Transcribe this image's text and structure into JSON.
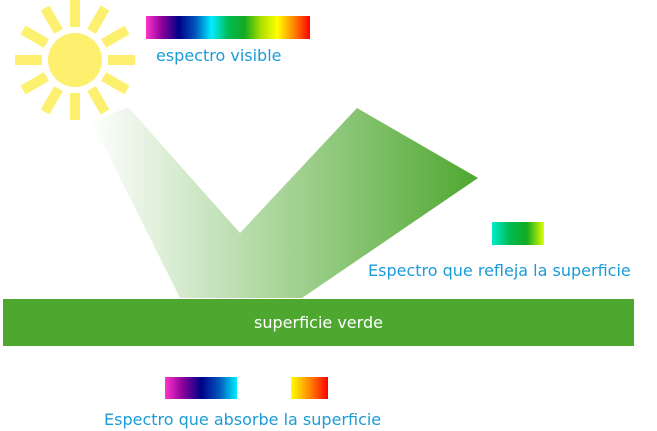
{
  "labels": {
    "visible": "espectro visible",
    "reflected": "Espectro que refleja la superficie",
    "absorbed": "Espectro que absorbe la superficie",
    "surface": "superficie verde"
  },
  "colors": {
    "sun": "#fdf06e",
    "surface": "#4ea82f",
    "text": "#1b9bd7",
    "visible_spectrum": [
      "#ff33cc",
      "#880099",
      "#000088",
      "#0055bb",
      "#00eeff",
      "#00bb55",
      "#11aa22",
      "#aadd00",
      "#ffff00",
      "#ff8800",
      "#ff0000"
    ],
    "reflected_spectrum": [
      "#00eecc",
      "#00bb55",
      "#11aa22",
      "#ddff00"
    ],
    "absorbed_spectrum_1": [
      "#ff33cc",
      "#880099",
      "#000088",
      "#0055bb",
      "#00eeff"
    ],
    "absorbed_spectrum_2": [
      "#ffff00",
      "#ff8800",
      "#ff0000"
    ]
  }
}
